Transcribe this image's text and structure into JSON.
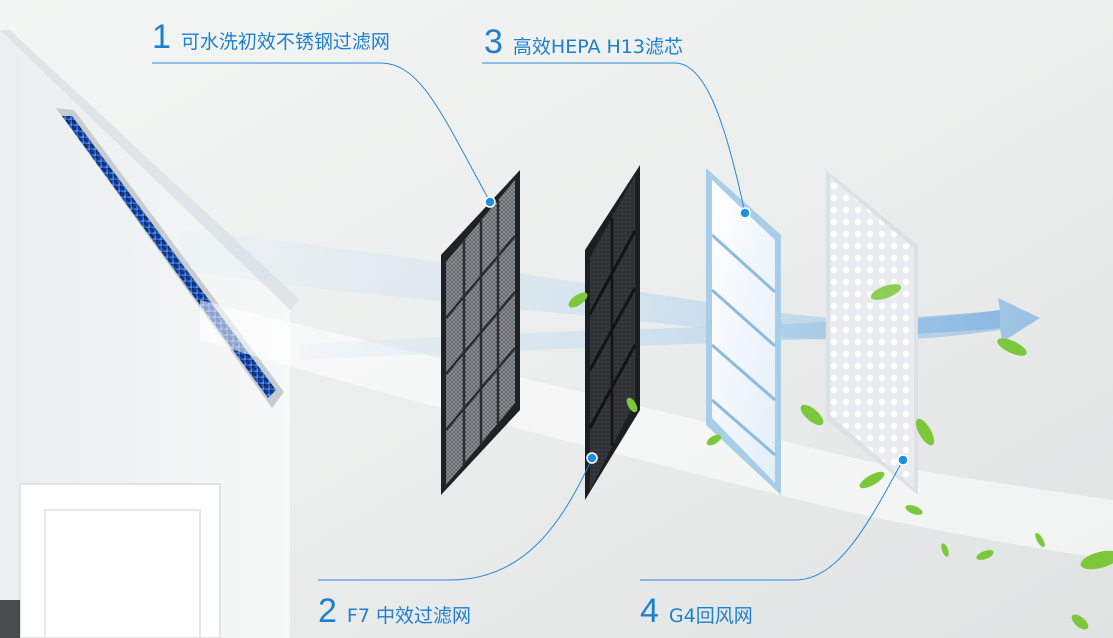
{
  "filters": [
    {
      "number": "1",
      "text": "可水洗初效不锈钢过滤网"
    },
    {
      "number": "2",
      "text": "F7 中效过滤网"
    },
    {
      "number": "3",
      "text": "高效HEPA H13滤芯"
    },
    {
      "number": "4",
      "text": "G4回风网"
    }
  ],
  "colors": {
    "accent": "#1e7fd0",
    "airflow": "#7ab6e6",
    "leaf": "#7cc83a"
  }
}
